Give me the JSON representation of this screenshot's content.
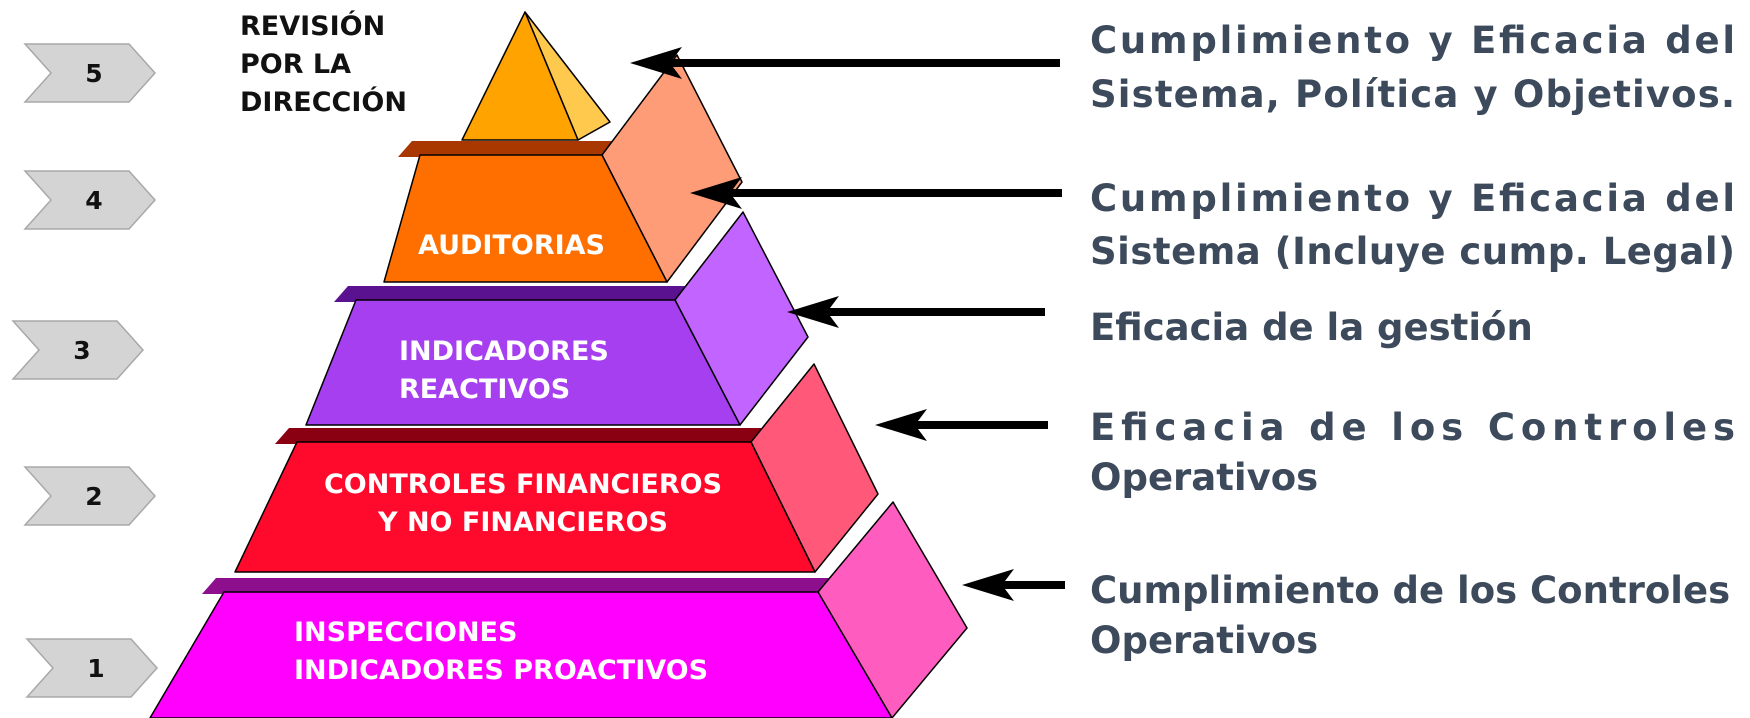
{
  "levels": [
    {
      "number": "1",
      "label_lines": [
        "INSPECCIONES",
        "INDICADORES PROACTIVOS"
      ],
      "description_lines": [
        "Cumplimiento de los Controles",
        "Operativos"
      ],
      "front_color": "#ff00ff",
      "side_color": "#ff5cc0",
      "top_color": "#8e0f8e"
    },
    {
      "number": "2",
      "label_lines": [
        "CONTROLES FINANCIEROS",
        "Y NO FINANCIEROS"
      ],
      "description_lines": [
        "Eficacia de los Controles",
        "Operativos"
      ],
      "front_color": "#ff0a2c",
      "side_color": "#ff5878",
      "top_color": "#8a0012"
    },
    {
      "number": "3",
      "label_lines": [
        "INDICADORES",
        "REACTIVOS"
      ],
      "description_lines": [
        "Eficacia de la gestión"
      ],
      "front_color": "#a63ff0",
      "side_color": "#c264ff",
      "top_color": "#5a1290"
    },
    {
      "number": "4",
      "label_lines": [
        "AUDITORIAS"
      ],
      "description_lines": [
        "Cumplimiento y Eficacia del",
        "Sistema (Incluye cump. Legal)"
      ],
      "front_color": "#ff6f00",
      "side_color": "#ff9c78",
      "top_color": "#a83800"
    },
    {
      "number": "5",
      "label_lines": [
        "REVISIÓN",
        "POR LA",
        "DIRECCIÓN"
      ],
      "description_lines": [
        "Cumplimiento y Eficacia del",
        "Sistema, Política y Objetivos."
      ],
      "front_color": "#ffa300",
      "side_color": "#ffc94d",
      "top_color": "#c27a00"
    }
  ],
  "colors": {
    "chevron_fill": "#d4d4d4",
    "chevron_stroke": "#a8a8a8",
    "arrow": "#000000",
    "description_text": "#3d4a5c"
  }
}
